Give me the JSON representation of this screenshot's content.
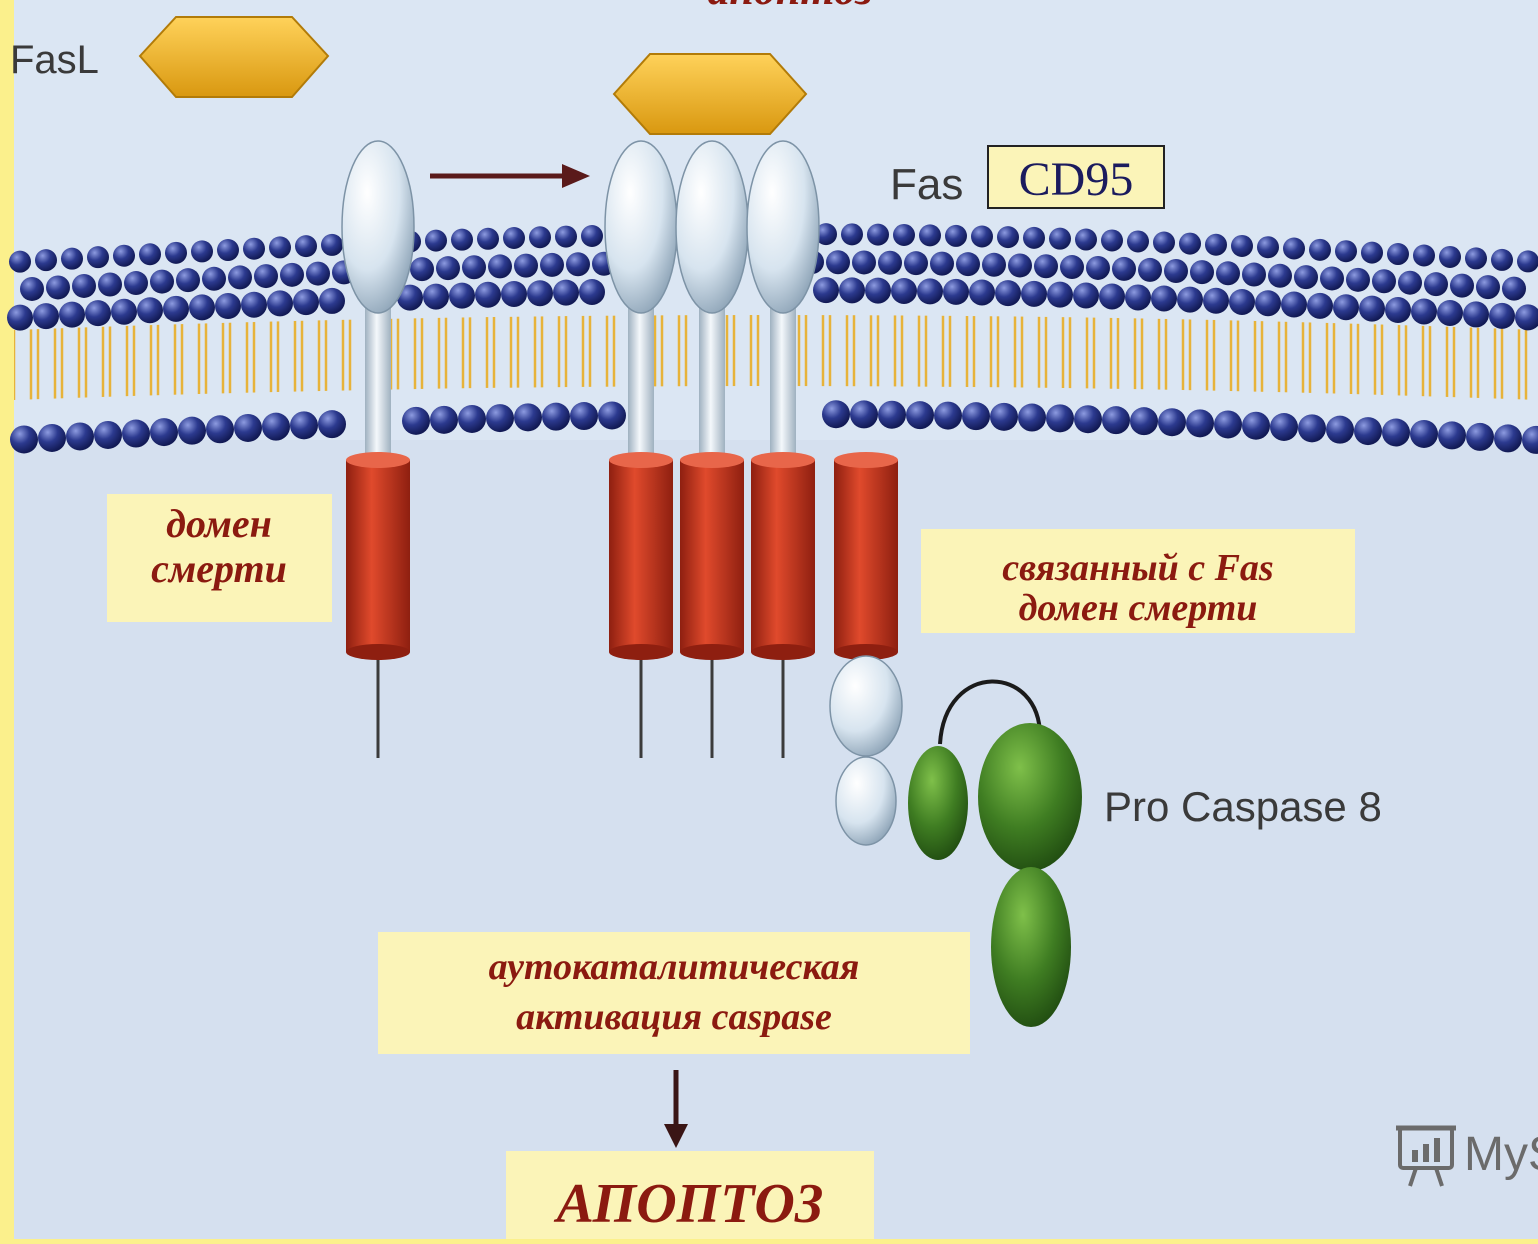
{
  "title_fragment": "апоптоз",
  "labels": {
    "fasl": "FasL",
    "fas": "Fas",
    "cd95": "CD95",
    "pro_caspase": "Pro Caspase 8",
    "death_domain_1": "домен",
    "death_domain_2": "смерти",
    "fadd_1": "связанный с Fas",
    "fadd_2": "домен  смерти",
    "autocat_1": "аутокаталитическая",
    "autocat_2": "активация   caspase",
    "apoptosis": "АПОПТОЗ",
    "watermark": "MyS"
  },
  "colors": {
    "membrane_bead": "#2c3a8f",
    "lipid_tail": "#e7b33a",
    "receptor_head": "#d7e4ef",
    "death_domain": "#c8321c",
    "ligand": "#f2b81d",
    "caspase": "#3f7d22",
    "label_box": "#fbf4b8",
    "cytoplasm": "#d5e0ef",
    "frame": "#fbf08c"
  },
  "icons": {
    "watermark_icon": "presentation-board-icon",
    "arrow_right": "arrow-right-icon",
    "arrow_down": "arrow-down-icon"
  }
}
